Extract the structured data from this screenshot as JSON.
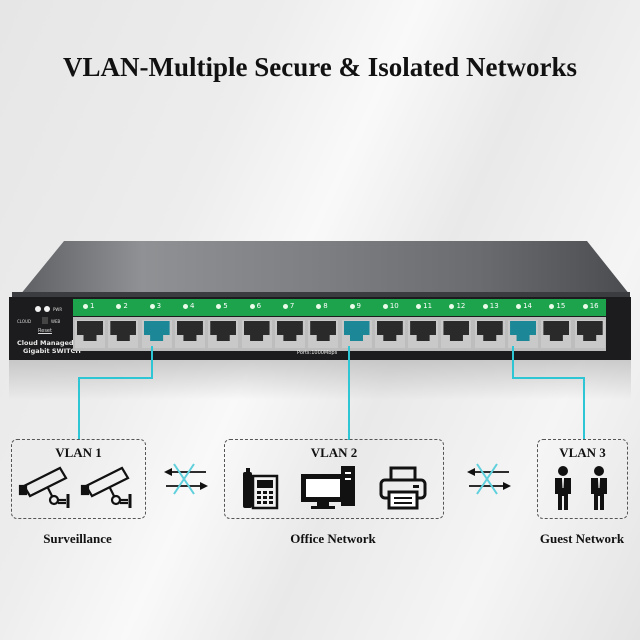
{
  "title": "VLAN-Multiple Secure & Isolated Networks",
  "switch": {
    "panel": {
      "led_labels": [
        "CLOUD",
        "PWR",
        "WEB"
      ],
      "reset_label": "Reset",
      "brand_line1": "Cloud Managed",
      "brand_line2": "Gigabit SWITCH"
    },
    "ports": [
      {
        "number": "1",
        "vlan": null
      },
      {
        "number": "2",
        "vlan": null
      },
      {
        "number": "3",
        "vlan": "VLAN 1"
      },
      {
        "number": "4",
        "vlan": null
      },
      {
        "number": "5",
        "vlan": null
      },
      {
        "number": "6",
        "vlan": null
      },
      {
        "number": "7",
        "vlan": null
      },
      {
        "number": "8",
        "vlan": null
      },
      {
        "number": "9",
        "vlan": "VLAN 2"
      },
      {
        "number": "10",
        "vlan": null
      },
      {
        "number": "11",
        "vlan": null
      },
      {
        "number": "12",
        "vlan": null
      },
      {
        "number": "13",
        "vlan": null
      },
      {
        "number": "14",
        "vlan": "VLAN 3"
      },
      {
        "number": "15",
        "vlan": null
      },
      {
        "number": "16",
        "vlan": null
      }
    ],
    "speed_label": "Ports:1000Mbps"
  },
  "vlans": [
    {
      "name": "VLAN 1",
      "caption": "Surveillance",
      "devices": [
        "security-camera",
        "security-camera"
      ]
    },
    {
      "name": "VLAN 2",
      "caption": "Office Network",
      "devices": [
        "desk-phone",
        "desktop-computer",
        "printer"
      ]
    },
    {
      "name": "VLAN 3",
      "caption": "Guest Network",
      "devices": [
        "person",
        "person"
      ]
    }
  ],
  "isolation_markers": [
    {
      "between": [
        "VLAN 1",
        "VLAN 2"
      ],
      "meaning": "blocked-traffic"
    },
    {
      "between": [
        "VLAN 2",
        "VLAN 3"
      ],
      "meaning": "blocked-traffic"
    }
  ],
  "colors": {
    "accent_wire": "#2ec6d4",
    "port_led_bar": "#1ea34d",
    "active_port": "#1c8796",
    "text": "#111111"
  }
}
